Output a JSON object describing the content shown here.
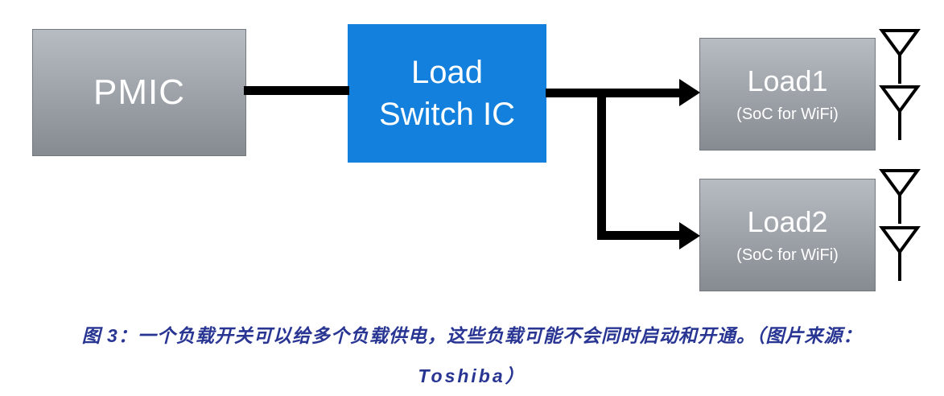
{
  "blocks": {
    "pmic": {
      "label": "PMIC"
    },
    "load_switch": {
      "line1": "Load",
      "line2": "Switch IC"
    },
    "load1": {
      "label": "Load1",
      "sublabel": "(SoC for WiFi)"
    },
    "load2": {
      "label": "Load2",
      "sublabel": "(SoC for WiFi)"
    }
  },
  "caption": {
    "line1": "图 3：一个负载开关可以给多个负载供电，这些负载可能不会同时启动和开通。（图片来源：",
    "line2": "Toshiba）"
  },
  "colors": {
    "block_gray_top": "#b7bcc2",
    "block_gray_bottom": "#868b91",
    "block_border": "#74797f",
    "block_blue": "#1380dd",
    "arrow": "#000000",
    "caption_text": "#283593"
  }
}
